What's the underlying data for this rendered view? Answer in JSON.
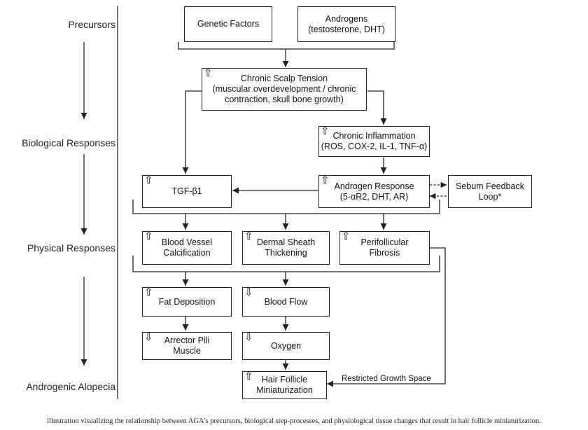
{
  "stages": {
    "precursors": "Precursors",
    "biological": "Biological Responses",
    "physical": "Physical Responses",
    "alopecia": "Androgenic Alopecia"
  },
  "boxes": {
    "genetic": {
      "label": "Genetic Factors",
      "indicator": "none"
    },
    "androgens": {
      "label": "Androgens\n(testosterone, DHT)",
      "indicator": "none"
    },
    "tension": {
      "label": "Chronic Scalp Tension\n(muscular overdevelopment / chronic\ncontraction, skull bone growth)",
      "indicator": "up"
    },
    "inflammation": {
      "label": "Chronic Inflammation\n(ROS, COX-2, IL-1, TNF-α)",
      "indicator": "up"
    },
    "tgf": {
      "label": "TGF-β1",
      "indicator": "up"
    },
    "androgen_response": {
      "label": "Androgen Response\n(5-αR2, DHT, AR)",
      "indicator": "up"
    },
    "sebum": {
      "label": "Sebum Feedback\nLoop*",
      "indicator": "none"
    },
    "vessel": {
      "label": "Blood Vessel\nCalcification",
      "indicator": "up"
    },
    "sheath": {
      "label": "Dermal Sheath\nThickening",
      "indicator": "up"
    },
    "fibrosis": {
      "label": "Perifollicular\nFibrosis",
      "indicator": "up"
    },
    "fat": {
      "label": "Fat Deposition",
      "indicator": "up"
    },
    "blood_flow": {
      "label": "Blood Flow",
      "indicator": "down"
    },
    "arrector": {
      "label": "Arrector Pili\nMuscle",
      "indicator": "down"
    },
    "oxygen": {
      "label": "Oxygen",
      "indicator": "down"
    },
    "miniaturization": {
      "label": "Hair Follicle\nMiniaturization",
      "indicator": "up"
    }
  },
  "annotations": {
    "restricted": "Restricted Growth Space"
  },
  "caption": "illustration visualizing the relationship between AGA's precursors, biological step-processes, and physiological tissue changes that result in hair follicle miniaturization."
}
